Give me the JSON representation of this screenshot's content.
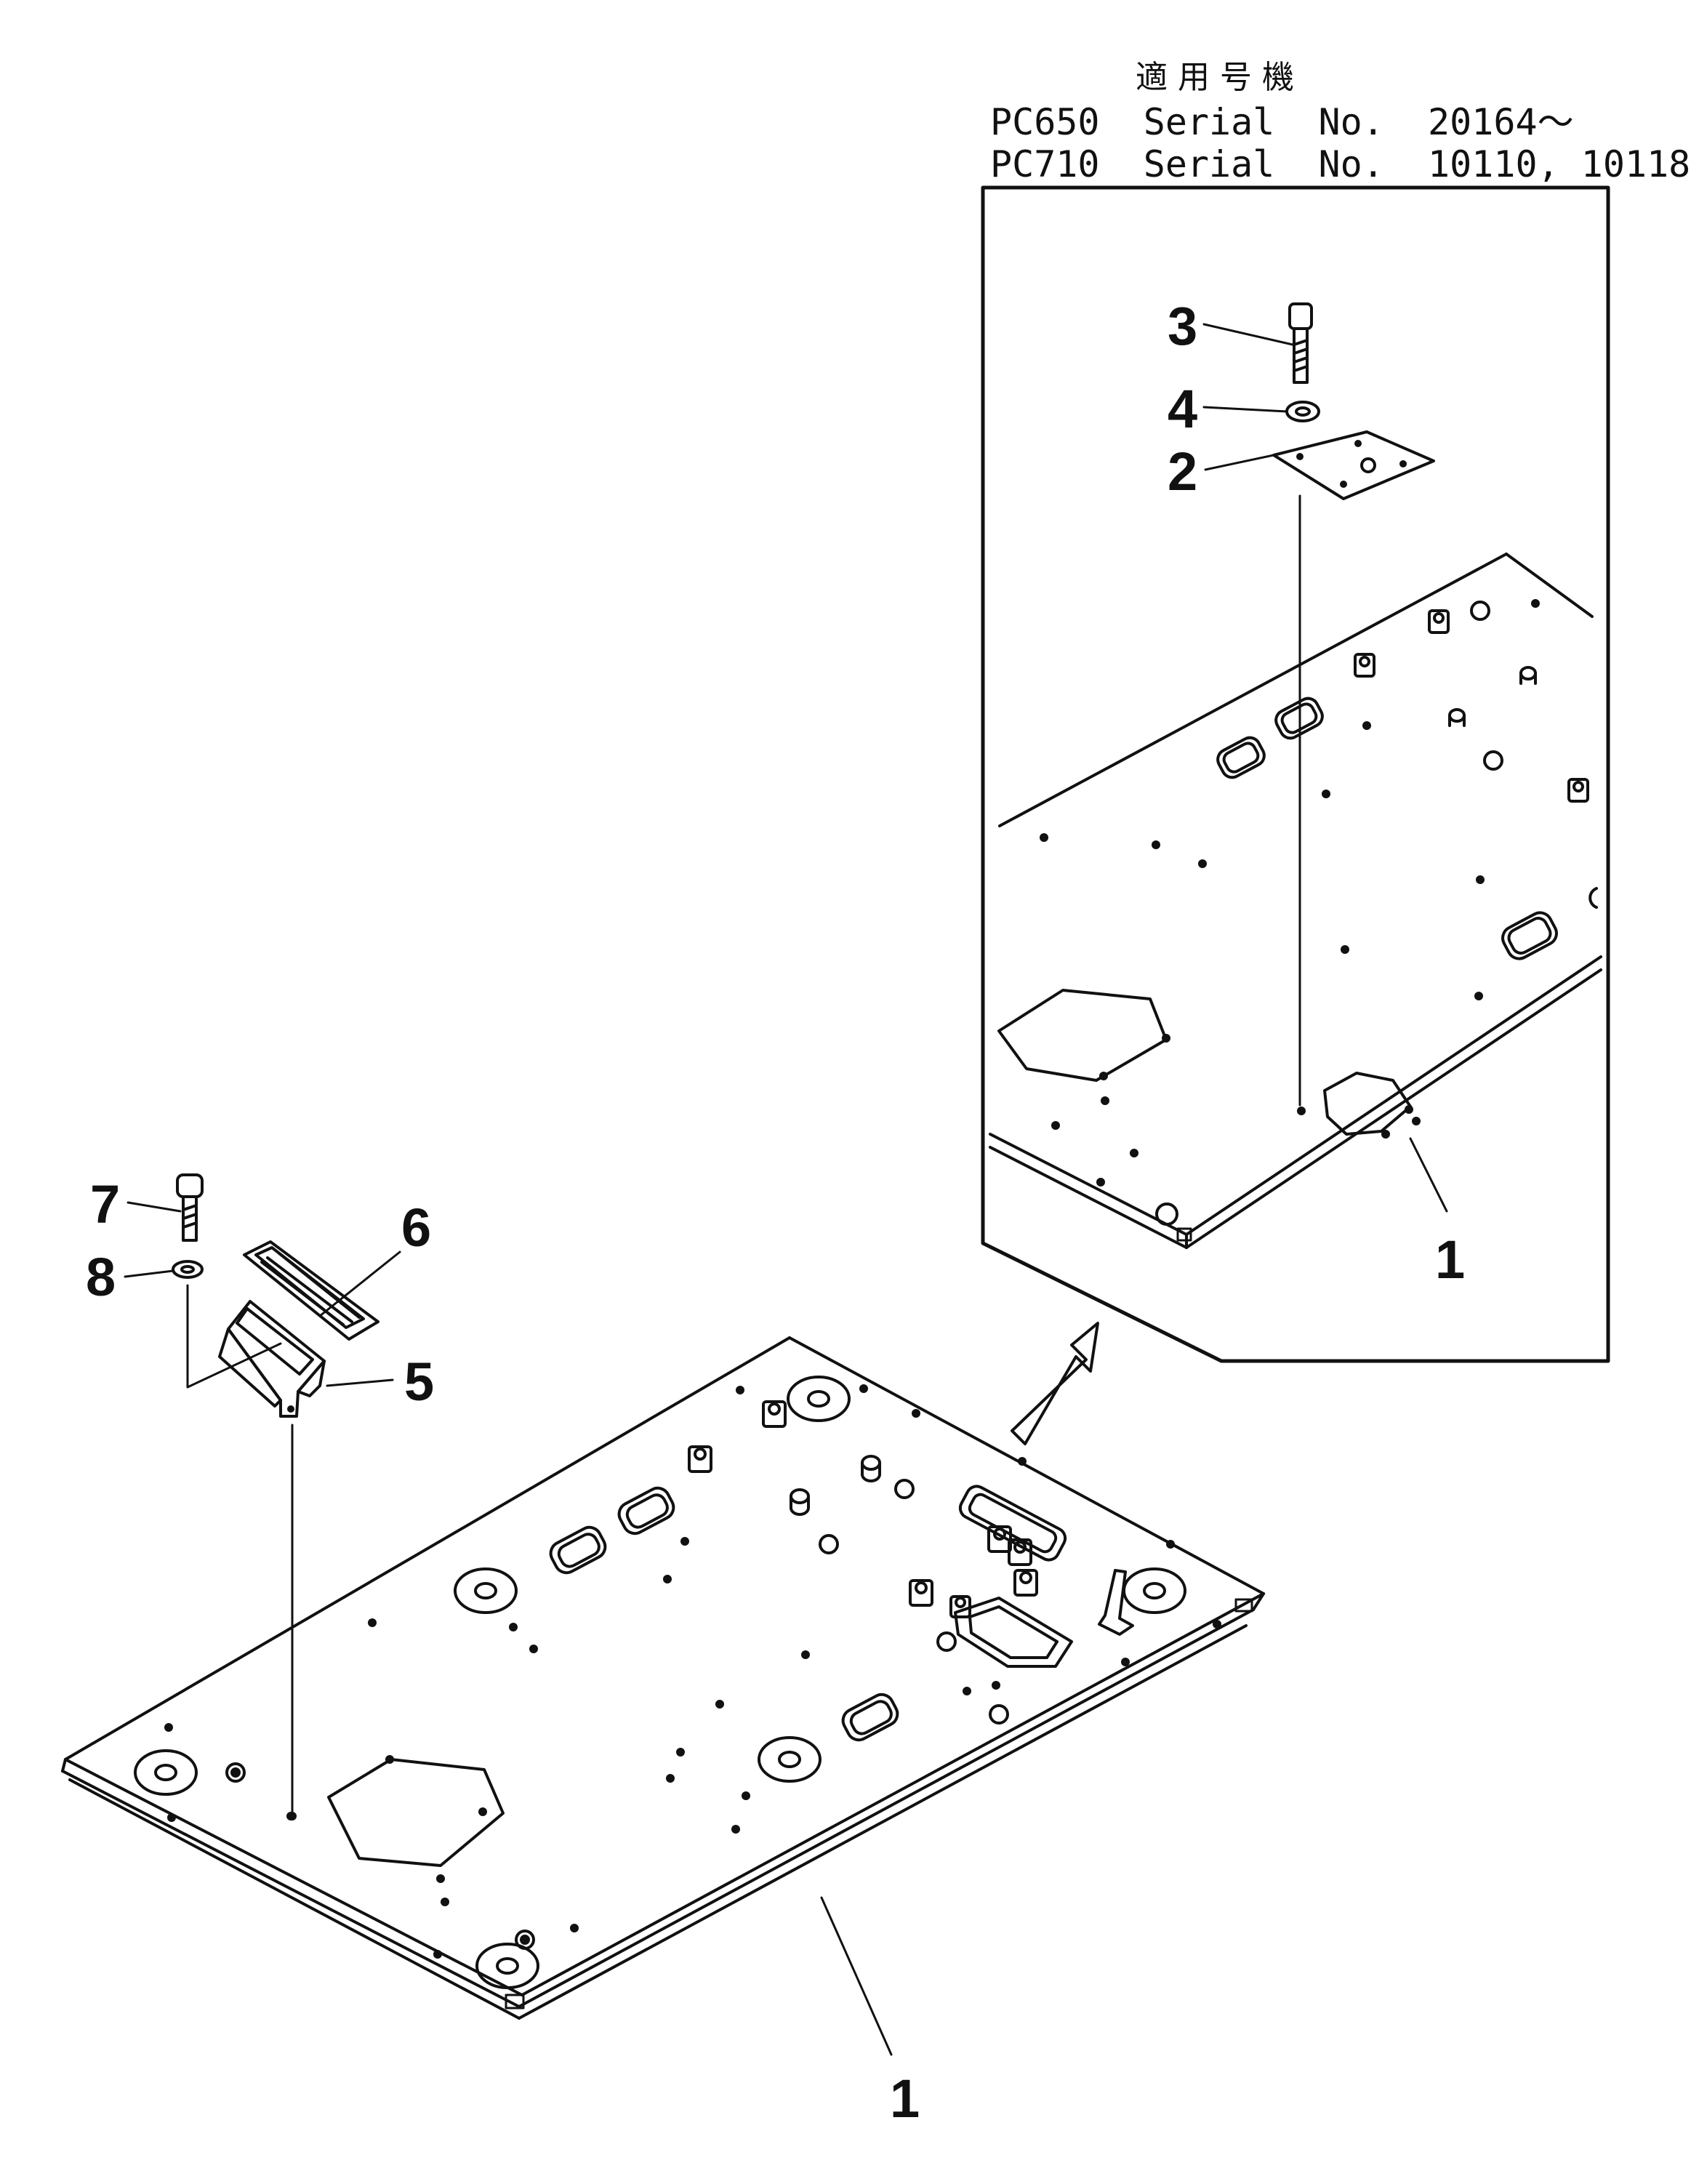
{
  "header": {
    "title": "適用号機",
    "lines": [
      "PC650  Serial  No.  20164～",
      "PC710  Serial  No.  10110, 10118～"
    ]
  },
  "callouts": {
    "n1_top": "1",
    "n2": "2",
    "n3": "3",
    "n4": "4",
    "n1_main": "1",
    "n5": "5",
    "n6": "6",
    "n7": "7",
    "n8": "8"
  },
  "colors": {
    "ink": "#111111",
    "paper": "#ffffff"
  }
}
